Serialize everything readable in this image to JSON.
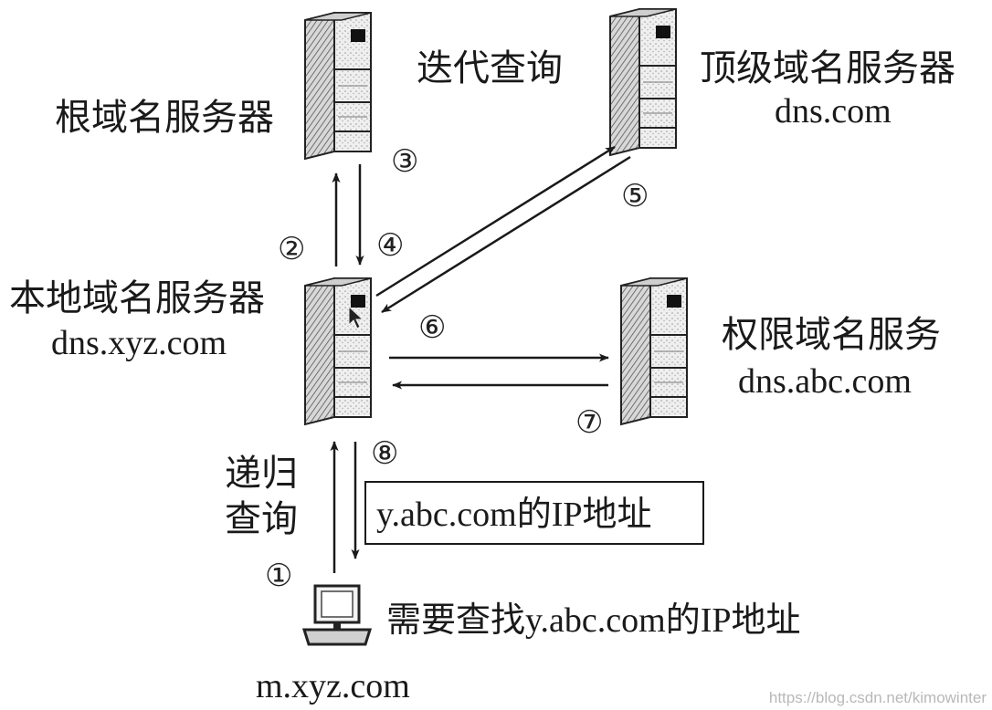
{
  "nodes": {
    "root": {
      "label": "根域名服务器"
    },
    "tld": {
      "label": "顶级域名服务器",
      "domain": "dns.com"
    },
    "local": {
      "label": "本地域名服务器",
      "domain": "dns.xyz.com"
    },
    "auth": {
      "label": "权限域名服务",
      "domain": "dns.abc.com"
    },
    "host": {
      "label": "需要查找y.abc.com的IP地址",
      "domain": "m.xyz.com"
    }
  },
  "annotations": {
    "iterative": "迭代查询",
    "recursive_line1": "递归",
    "recursive_line2": "查询",
    "result_box": "y.abc.com的IP地址"
  },
  "steps": [
    "①",
    "②",
    "③",
    "④",
    "⑤",
    "⑥",
    "⑦",
    "⑧"
  ],
  "watermark": "https://blog.csdn.net/kimowinter"
}
